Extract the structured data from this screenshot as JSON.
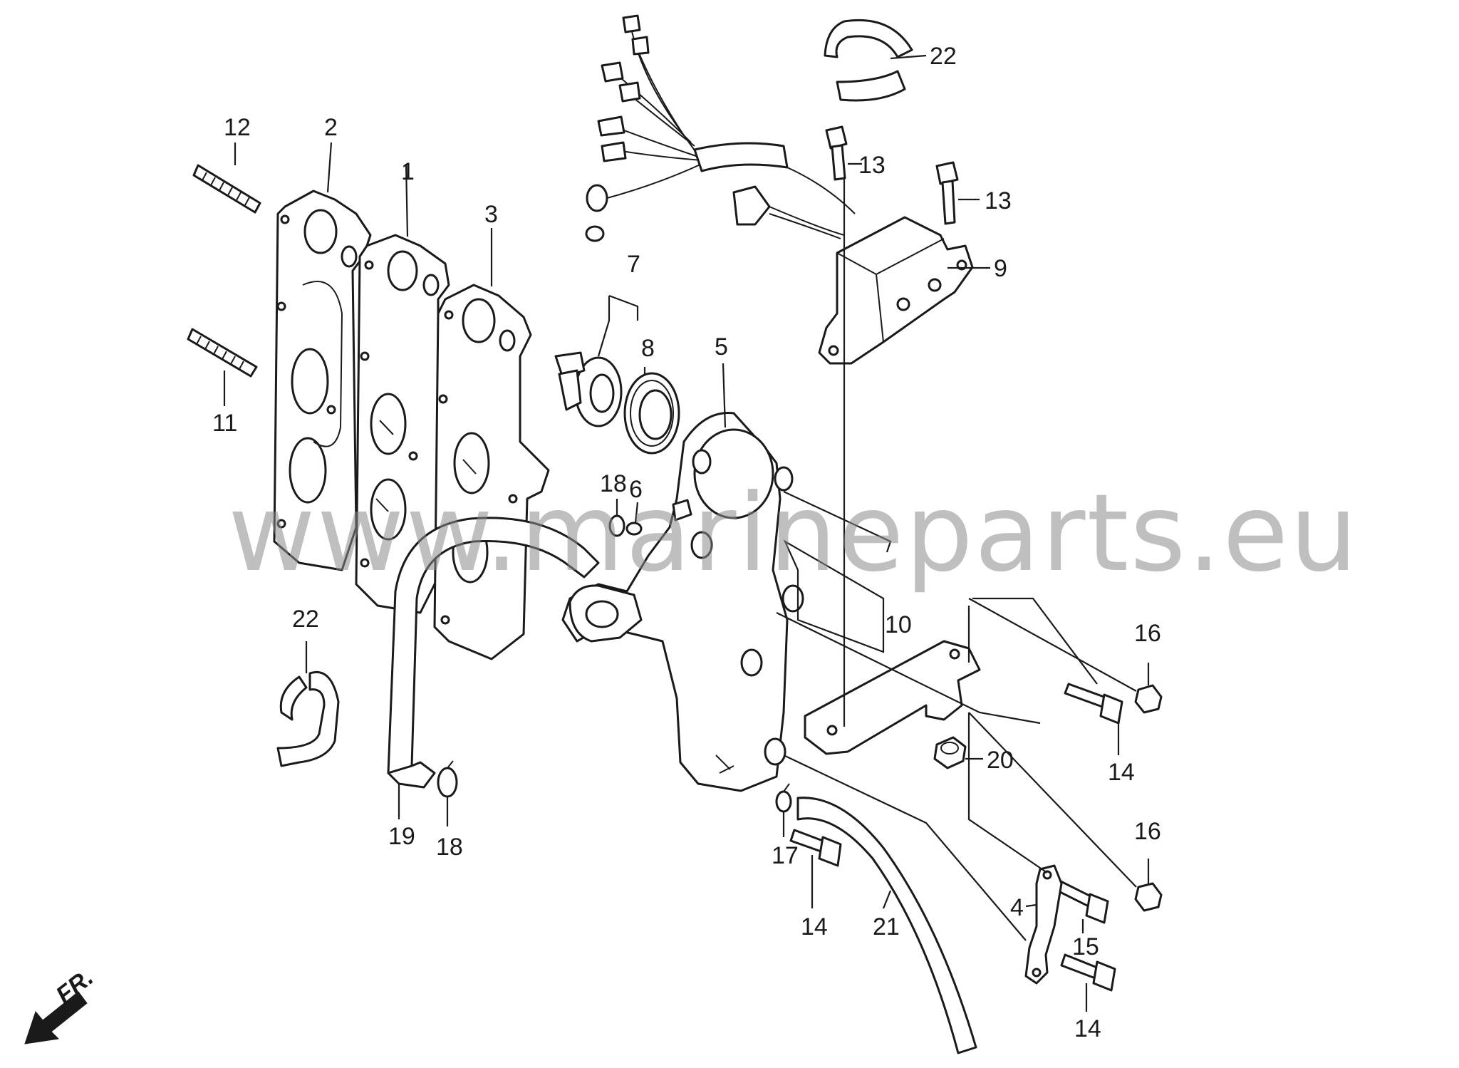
{
  "watermark": "www.marineparts.eu",
  "direction_label": "FR.",
  "callouts": {
    "c1": "1",
    "c2": "2",
    "c3": "3",
    "c4": "4",
    "c5": "5",
    "c6": "6",
    "c7": "7",
    "c8": "8",
    "c9": "9",
    "c10": "10",
    "c11": "11",
    "c12": "12",
    "c13a": "13",
    "c13b": "13",
    "c14a": "14",
    "c14b": "14",
    "c14c": "14",
    "c15": "15",
    "c16a": "16",
    "c16b": "16",
    "c17": "17",
    "c18a": "18",
    "c18b": "18",
    "c19": "19",
    "c20": "20",
    "c21": "21",
    "c22a": "22",
    "c22b": "22"
  }
}
